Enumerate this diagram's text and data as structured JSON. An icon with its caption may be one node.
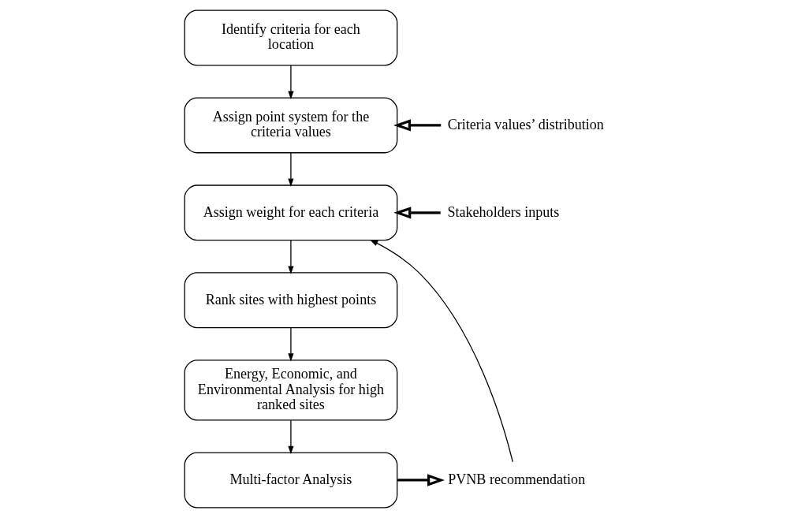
{
  "diagram": {
    "nodes": [
      {
        "text": [
          "Identify criteria for each location"
        ]
      },
      {
        "text": [
          "Assign point system for the criteria values"
        ]
      },
      {
        "text": [
          "Assign weight for each criteria"
        ]
      },
      {
        "text": [
          "Rank sites with highest points"
        ]
      },
      {
        "text": [
          "Energy, Economic, and Environmental Analysis for high ranked sites"
        ]
      },
      {
        "text": [
          "Multi-factor Analysis"
        ]
      },
      {
        "text": [
          "Criteria values’ distribution"
        ]
      },
      {
        "text": [
          "Stakeholders inputs"
        ]
      },
      {
        "text": [
          "PVNB recommendation"
        ]
      }
    ],
    "edges": [
      {
        "from": 0,
        "to": 1,
        "arrow": "to"
      },
      {
        "from": 6,
        "to": 1,
        "arrow": "to",
        "style": "thick"
      },
      {
        "from": 1,
        "to": 2,
        "arrow": "to"
      },
      {
        "from": 7,
        "to": 2,
        "arrow": "to",
        "style": "thick"
      },
      {
        "from": 2,
        "to": 3,
        "arrow": "to"
      },
      {
        "from": 3,
        "to": 4,
        "arrow": "to"
      },
      {
        "from": 4,
        "to": 5,
        "arrow": "to"
      },
      {
        "from": 5,
        "to": 8,
        "arrow": "to",
        "style": "thick"
      },
      {
        "from": 8,
        "to": 2,
        "arrow": "to"
      }
    ]
  }
}
